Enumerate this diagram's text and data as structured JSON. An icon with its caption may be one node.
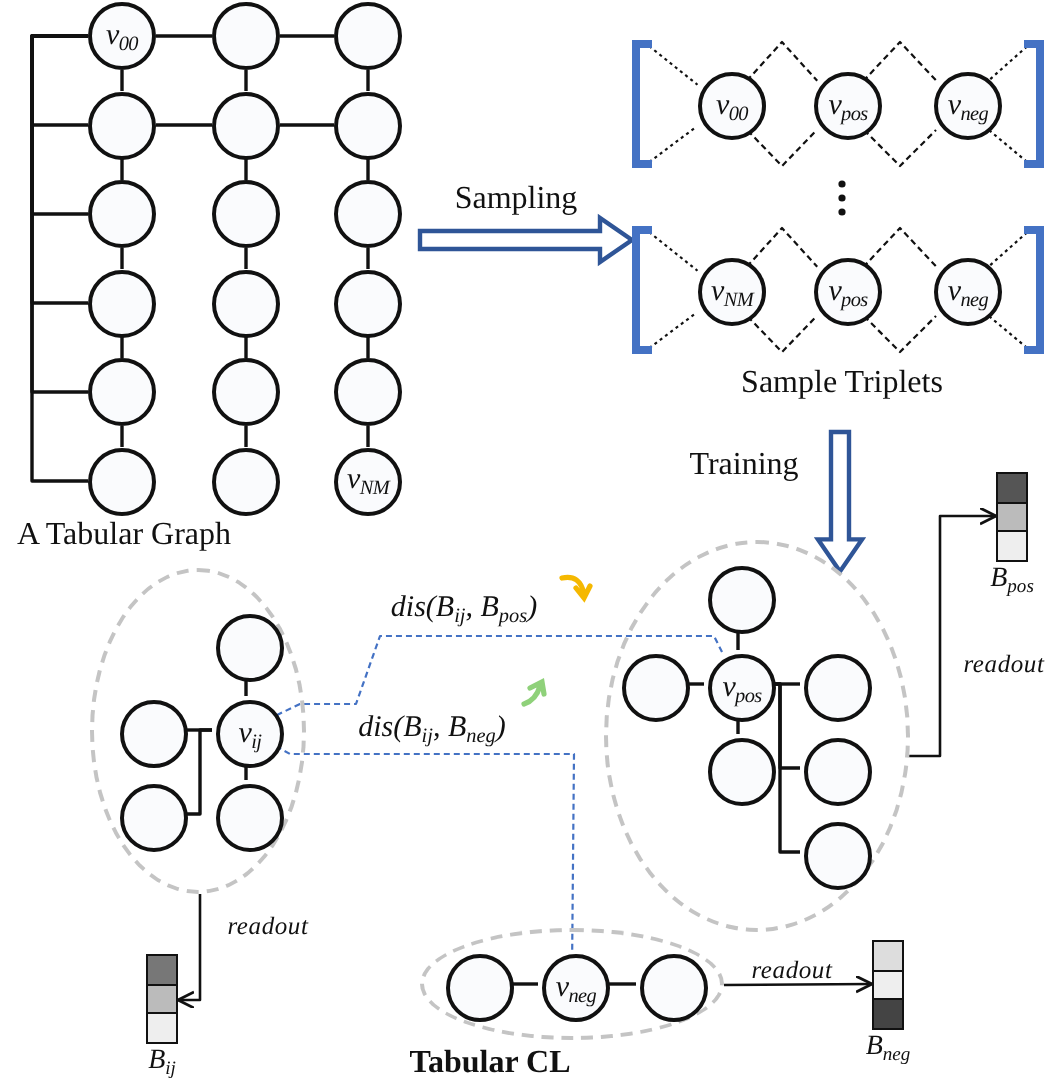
{
  "diagram": {
    "nodes": [
      {
        "text": [
          "v$_{00}$"
        ]
      },
      {
        "text": [],
        "shape": "circle"
      },
      {
        "text": [],
        "shape": "circle"
      },
      {
        "text": [],
        "shape": "circle"
      },
      {
        "text": [],
        "shape": "circle"
      },
      {
        "text": [],
        "shape": "circle"
      },
      {
        "text": [],
        "shape": "circle"
      },
      {
        "text": [],
        "shape": "circle"
      },
      {
        "text": [],
        "shape": "circle"
      },
      {
        "text": [],
        "shape": "circle"
      },
      {
        "text": [],
        "shape": "circle"
      },
      {
        "text": [],
        "shape": "circle"
      },
      {
        "text": [],
        "shape": "circle"
      },
      {
        "text": [],
        "shape": "circle"
      },
      {
        "text": [],
        "shape": "circle"
      },
      {
        "text": [],
        "shape": "circle"
      },
      {
        "text": [],
        "shape": "circle"
      },
      {
        "text": [
          "v$_{NM}$"
        ]
      },
      {
        "text": [],
        "shape": "bracket"
      },
      {
        "text": [
          "v$_{00}$"
        ],
        "in": 18
      },
      {
        "text": [
          "v$_{pos}$"
        ],
        "in": 18
      },
      {
        "text": [
          "v$_{neg}$"
        ],
        "in": 18
      },
      {
        "text": [],
        "shape": "bracket"
      },
      {
        "text": [
          "v$_{NM}$"
        ],
        "in": 22
      },
      {
        "text": [
          "v$_{pos}$"
        ],
        "in": 22
      },
      {
        "text": [
          "v$_{neg}$"
        ],
        "in": 22
      },
      {
        "text": [],
        "shape": "ellipse"
      },
      {
        "text": [],
        "shape": "circle",
        "in": 26
      },
      {
        "text": [],
        "shape": "circle",
        "in": 26
      },
      {
        "text": [
          "v$_{ij}$"
        ],
        "in": 26
      },
      {
        "text": [],
        "shape": "circle",
        "in": 26
      },
      {
        "text": [],
        "shape": "circle",
        "in": 26
      },
      {
        "text": [],
        "shape": "ellipse"
      },
      {
        "text": [],
        "shape": "circle",
        "in": 32
      },
      {
        "text": [],
        "shape": "circle",
        "in": 32
      },
      {
        "text": [
          "v$_{pos}$"
        ],
        "in": 32
      },
      {
        "text": [],
        "shape": "circle",
        "in": 32
      },
      {
        "text": [],
        "shape": "circle",
        "in": 32
      },
      {
        "text": [],
        "shape": "circle",
        "in": 32
      },
      {
        "text": [],
        "shape": "circle",
        "in": 32
      },
      {
        "text": [],
        "shape": "bar",
        "beside": [
          "B$_{pos}$"
        ]
      },
      {
        "text": [],
        "shape": "bar",
        "beside": [
          "B$_{ij}$"
        ]
      },
      {
        "text": [],
        "shape": "ellipse"
      },
      {
        "text": [],
        "shape": "circle",
        "in": 42
      },
      {
        "text": [
          "v$_{neg}$"
        ],
        "in": 42
      },
      {
        "text": [],
        "shape": "circle",
        "in": 42
      },
      {
        "text": [],
        "shape": "bar",
        "beside": [
          "B$_{neg}$"
        ]
      }
    ],
    "edges": [
      {
        "from": 0,
        "to": 1,
        "arrow": "none"
      },
      {
        "from": 1,
        "to": 2,
        "arrow": "none"
      },
      {
        "from": 3,
        "to": 4,
        "arrow": "none"
      },
      {
        "from": 4,
        "to": 5,
        "arrow": "none"
      },
      {
        "from": 0,
        "to": 3,
        "arrow": "none"
      },
      {
        "from": 3,
        "to": 6,
        "arrow": "none"
      },
      {
        "from": 6,
        "to": 9,
        "arrow": "none"
      },
      {
        "from": 9,
        "to": 12,
        "arrow": "none"
      },
      {
        "from": 12,
        "to": 15,
        "arrow": "none"
      },
      {
        "from": 1,
        "to": 4,
        "arrow": "none"
      },
      {
        "from": 4,
        "to": 7,
        "arrow": "none"
      },
      {
        "from": 7,
        "to": 10,
        "arrow": "none"
      },
      {
        "from": 10,
        "to": 13,
        "arrow": "none"
      },
      {
        "from": 13,
        "to": 16,
        "arrow": "none"
      },
      {
        "from": 2,
        "to": 5,
        "arrow": "none"
      },
      {
        "from": 5,
        "to": 8,
        "arrow": "none"
      },
      {
        "from": 8,
        "to": 11,
        "arrow": "none"
      },
      {
        "from": 11,
        "to": 14,
        "arrow": "none"
      },
      {
        "from": 14,
        "to": 17,
        "arrow": "none"
      },
      {
        "from": 0,
        "to": 3,
        "arrow": "none"
      },
      {
        "from": 0,
        "to": 6,
        "arrow": "none"
      },
      {
        "from": 0,
        "to": 9,
        "arrow": "none"
      },
      {
        "from": 0,
        "to": 12,
        "arrow": "none"
      },
      {
        "from": 0,
        "to": 15,
        "arrow": "none"
      },
      {
        "from": null,
        "to": 22,
        "arrow": "to",
        "label": "Sampling",
        "style": "thick",
        "color": "#2f5597"
      },
      {
        "from": 19,
        "to": 20,
        "arrow": "none",
        "style": "dashed"
      },
      {
        "from": 19,
        "to": 20,
        "arrow": "none",
        "style": "dashed"
      },
      {
        "from": 20,
        "to": 21,
        "arrow": "none",
        "style": "dashed"
      },
      {
        "from": 20,
        "to": 21,
        "arrow": "none",
        "style": "dashed"
      },
      {
        "from": 23,
        "to": 24,
        "arrow": "none",
        "style": "dashed"
      },
      {
        "from": 23,
        "to": 24,
        "arrow": "none",
        "style": "dashed"
      },
      {
        "from": 24,
        "to": 25,
        "arrow": "none",
        "style": "dashed"
      },
      {
        "from": 24,
        "to": 25,
        "arrow": "none",
        "style": "dashed"
      },
      {
        "from": null,
        "to": 32,
        "arrow": "to",
        "label": "Training",
        "style": "thick",
        "color": "#2f5597"
      },
      {
        "from": 27,
        "to": 29,
        "arrow": "none"
      },
      {
        "from": 28,
        "to": 29,
        "arrow": "none"
      },
      {
        "from": 29,
        "to": 31,
        "arrow": "none"
      },
      {
        "from": 29,
        "to": 30,
        "arrow": "none"
      },
      {
        "from": 33,
        "to": 35,
        "arrow": "none"
      },
      {
        "from": 34,
        "to": 35,
        "arrow": "none"
      },
      {
        "from": 35,
        "to": 36,
        "arrow": "none"
      },
      {
        "from": 35,
        "to": 37,
        "arrow": "none"
      },
      {
        "from": 35,
        "to": 38,
        "arrow": "none"
      },
      {
        "from": 35,
        "to": 39,
        "arrow": "none"
      },
      {
        "from": 43,
        "to": 44,
        "arrow": "none"
      },
      {
        "from": 44,
        "to": 45,
        "arrow": "none"
      },
      {
        "from": 29,
        "to": 35,
        "arrow": "none",
        "label": "dis(B$_{ij}$, B$_{pos}$)",
        "style": "dashed",
        "color": "#4472c4"
      },
      {
        "from": 29,
        "to": 44,
        "arrow": "none",
        "label": "dis(B$_{ij}$, B$_{neg}$)",
        "style": "dashed",
        "color": "#4472c4"
      },
      {
        "from": 26,
        "to": 41,
        "arrow": "to",
        "label": "readout"
      },
      {
        "from": 32,
        "to": 40,
        "arrow": "to",
        "label": "readout"
      },
      {
        "from": 42,
        "to": 46,
        "arrow": "to",
        "label": "readout"
      }
    ],
    "labels": [
      "A Tabular Graph",
      "Sample Triplets",
      "Tabular CL"
    ]
  }
}
